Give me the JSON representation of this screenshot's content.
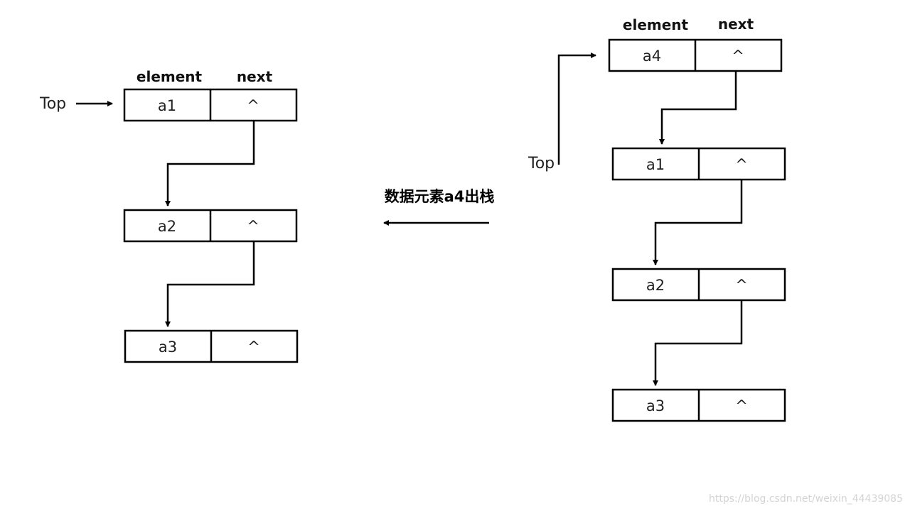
{
  "headers": {
    "element": "element",
    "next": "next"
  },
  "before_stack": {
    "top_label": "Top",
    "nodes": [
      {
        "element": "a1",
        "next": "^"
      },
      {
        "element": "a2",
        "next": "^"
      },
      {
        "element": "a3",
        "next": "^"
      }
    ]
  },
  "after_stack": {
    "top_label": "Top",
    "nodes": [
      {
        "element": "a4",
        "next": "^"
      },
      {
        "element": "a1",
        "next": "^"
      },
      {
        "element": "a2",
        "next": "^"
      },
      {
        "element": "a3",
        "next": "^"
      }
    ]
  },
  "operation": {
    "caption": "数据元素a4出栈"
  },
  "watermark": "https://blog.csdn.net/weixin_44439085",
  "colors": {
    "line": "#000000",
    "watermark": "#d4d4d4"
  }
}
